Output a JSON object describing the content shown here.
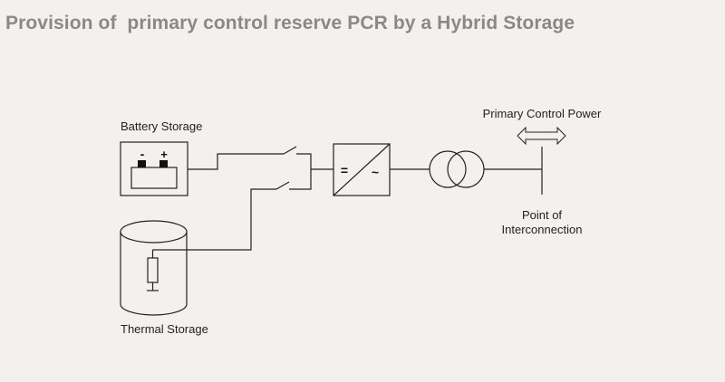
{
  "title": "Provision of  primary control reserve PCR by a Hybrid Storage",
  "labels": {
    "battery": "Battery Storage",
    "thermal": "Thermal Storage",
    "primary_control_power": "Primary Control Power",
    "poi_line1": "Point of",
    "poi_line2": "Interconnection"
  },
  "symbols": {
    "battery_minus": "-",
    "battery_plus": "+",
    "converter_dc": "=",
    "converter_ac": "~"
  },
  "colors": {
    "background": "#f3f1ee",
    "title": "#8c8985",
    "lines": "#222222"
  }
}
